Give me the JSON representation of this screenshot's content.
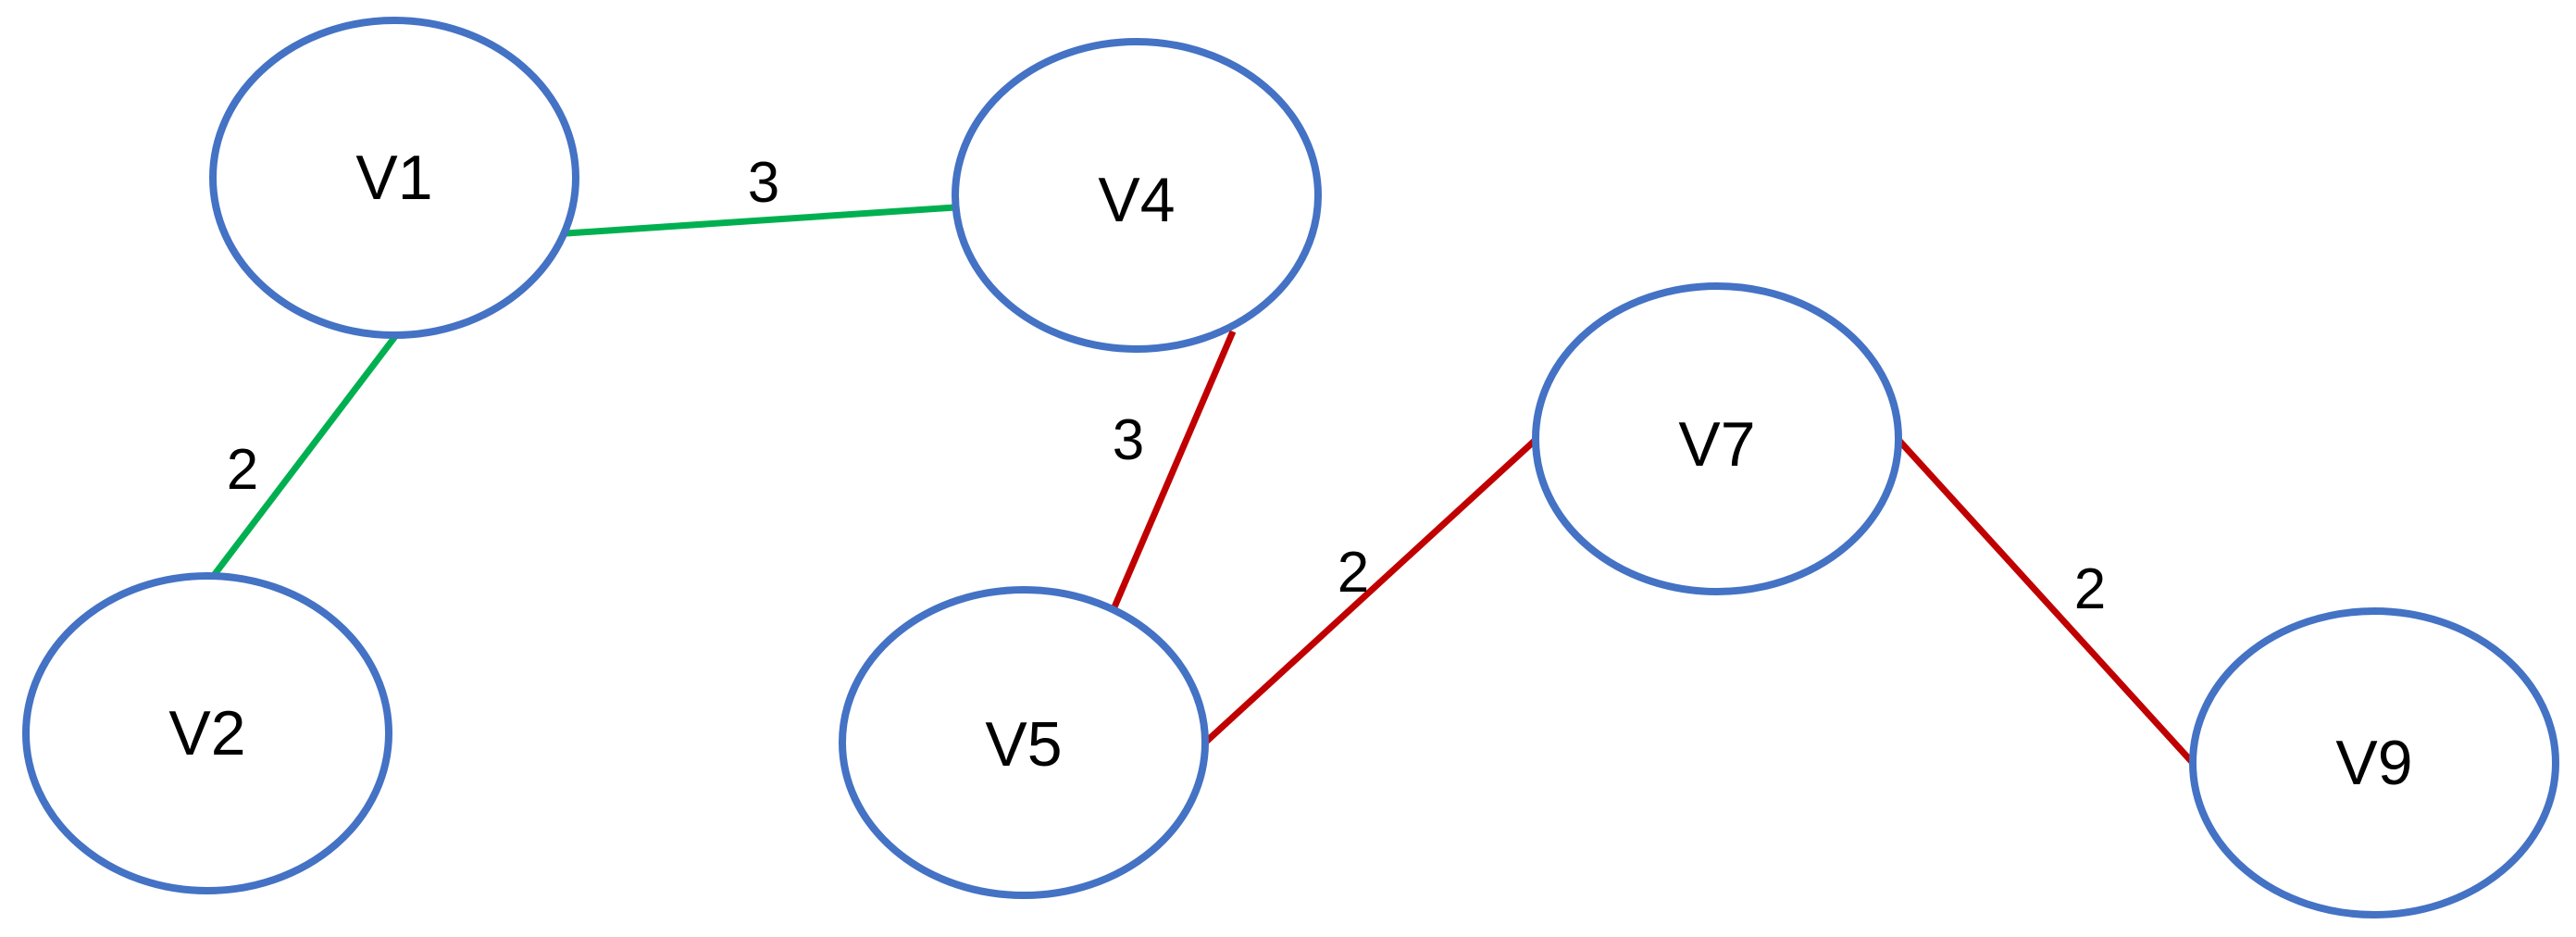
{
  "colors": {
    "node_stroke": "#4472C4",
    "edge_green": "#00B050",
    "edge_red": "#C00000"
  },
  "nodes": [
    {
      "id": "V1",
      "label": "V1"
    },
    {
      "id": "V2",
      "label": "V2"
    },
    {
      "id": "V4",
      "label": "V4"
    },
    {
      "id": "V5",
      "label": "V5"
    },
    {
      "id": "V7",
      "label": "V7"
    },
    {
      "id": "V9",
      "label": "V9"
    }
  ],
  "edges": [
    {
      "from": "V1",
      "to": "V4",
      "weight": "3",
      "color": "green"
    },
    {
      "from": "V1",
      "to": "V2",
      "weight": "2",
      "color": "green"
    },
    {
      "from": "V4",
      "to": "V5",
      "weight": "3",
      "color": "red"
    },
    {
      "from": "V5",
      "to": "V7",
      "weight": "2",
      "color": "red"
    },
    {
      "from": "V7",
      "to": "V9",
      "weight": "2",
      "color": "red"
    }
  ]
}
